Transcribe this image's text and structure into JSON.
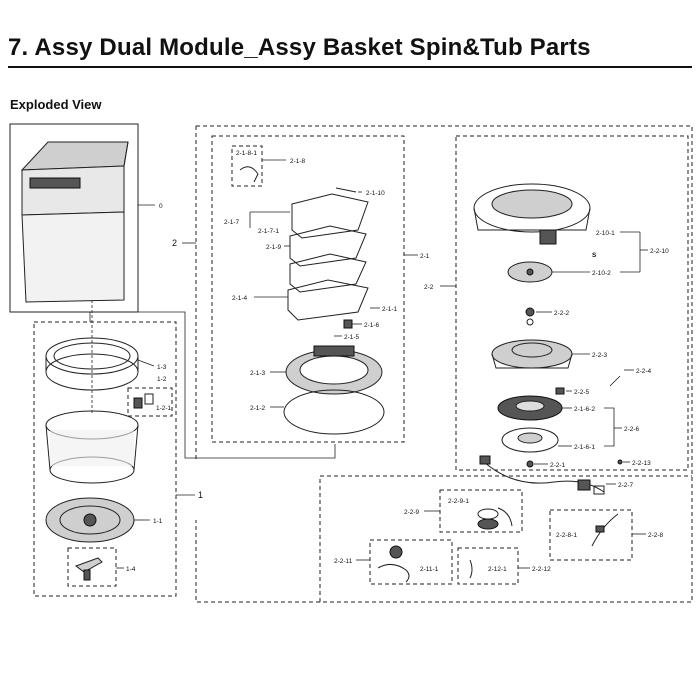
{
  "title": "7.  Assy Dual Module_Assy Basket Spin&Tub Parts",
  "subtitle": "Exploded View",
  "labels": {
    "l0": "0",
    "l1": "1",
    "l2": "2",
    "l2_1": "2-1",
    "l2_2": "2-2",
    "l1_1": "1-1",
    "l1_2": "1-2",
    "l1_2_1": "1-2-1",
    "l1_3": "1-3",
    "l1_4": "1-4",
    "l2_1_1": "2-1-1",
    "l2_1_2": "2-1-2",
    "l2_1_3": "2-1-3",
    "l2_1_4": "2-1-4",
    "l2_1_5": "2-1-5",
    "l2_1_6": "2-1-6",
    "l2_1_7": "2-1-7",
    "l2_1_7_1": "2-1-7-1",
    "l2_1_8": "2-1-8",
    "l2_1_8_1": "2-1-8-1",
    "l2_1_9": "2-1-9",
    "l2_1_10": "2-1-10",
    "l2_2_1": "2-2-1",
    "l2_2_2": "2-2-2",
    "l2_2_3": "2-2-3",
    "l2_2_4": "2-2-4",
    "l2_2_5": "2-2-5",
    "l2_2_6": "2-2-6",
    "l2_2_7": "2-2-7",
    "l2_2_8": "2-2-8",
    "l2_2_8_1": "2-2-8-1",
    "l2_2_9": "2-2-9",
    "l2_2_9_1": "2-2-9-1",
    "l2_2_10": "2-2-10",
    "l2_2_10_1": "2-10-1",
    "l2_2_10_2": "2-10-2",
    "l2_2_11": "2-2-11",
    "l2_2_11_1": "2-11-1",
    "l2_2_12": "2-2-12",
    "l2_2_12_1": "2-12-1",
    "l2_2_13": "2-2-13",
    "l2_1_6_1": "2-1-6-1",
    "l2_1_6_2": "2-1-6-2"
  }
}
